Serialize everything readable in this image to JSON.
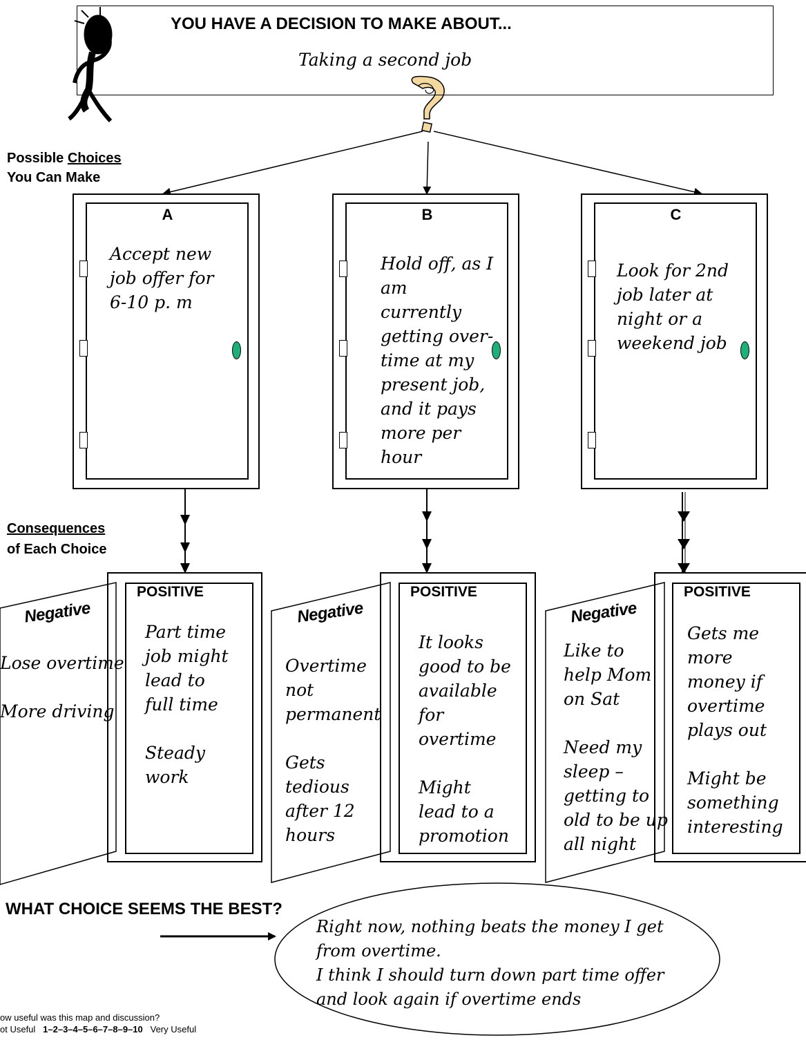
{
  "header": {
    "title": "YOU HAVE A DECISION TO MAKE ABOUT...",
    "decision": "Taking a second job"
  },
  "labels": {
    "choices_line1": "Possible",
    "choices_line1_u": "Choices",
    "choices_line2": "You Can Make",
    "consequences_line1": "Consequences",
    "consequences_line2": "of Each Choice",
    "best_question": "WHAT CHOICE SEEMS THE BEST?"
  },
  "choices": [
    {
      "letter": "A",
      "text": "Accept new\njob offer for\n6-10 p. m"
    },
    {
      "letter": "B",
      "text": "Hold off, as I\nam\ncurrently\ngetting over-\ntime at my\npresent job,\nand it pays\nmore per\nhour"
    },
    {
      "letter": "C",
      "text": "Look for 2nd\njob later at\nnight or a\nweekend job"
    }
  ],
  "consequences": [
    {
      "positive_label": "POSITIVE",
      "negative_label": "Negative",
      "negative": "Lose overtime\n\nMore driving",
      "positive": "Part time\njob might\nlead to\nfull time\n\nSteady\nwork"
    },
    {
      "positive_label": "POSITIVE",
      "negative_label": "Negative",
      "negative": "Overtime\nnot\npermanent\n\nGets\ntedious\nafter 12\nhours",
      "positive": "It looks\ngood to be\navailable\nfor\novertime\n\nMight\nlead to a\npromotion"
    },
    {
      "positive_label": "POSITIVE",
      "negative_label": "Negative",
      "negative": "Like to\nhelp Mom\non Sat\n\nNeed my\nsleep –\ngetting to\nold to be up\nall night",
      "positive": "Gets me\nmore\nmoney if\novertime\nplays out\n\nMight be\nsomething\ninteresting"
    }
  ],
  "answer": "Right now, nothing beats the money I get\nfrom overtime.\nI think I should turn down part time offer\nand look again if overtime ends",
  "rating": {
    "question": "ow useful was this map and discussion?",
    "low": "ot Useful",
    "scale": "1–2–3–4–5–6–7–8–9–10",
    "high": "Very Useful"
  }
}
